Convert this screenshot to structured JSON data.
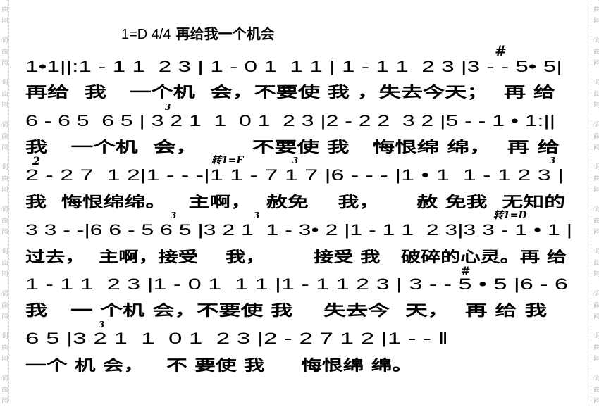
{
  "watermark": "词曲网",
  "title": {
    "key": "1=D 4/4",
    "name": "再给我一个机会"
  },
  "rows": [
    {
      "notes": "1•1||:1 - 1 1  2 3 | 1 - 0 1  1 1 | 1 - 1 1  2 3 |3 - - 5• 5|",
      "lyrics": "再给  我   一个机  会，不要使 我 ，失去今天；  再 给"
    },
    {
      "notes": "6 - 6 5  6 5 | 3 2 1  1  0 1  2 3 |2 - 2 2  3 2 |5 - - 1 • 1:||",
      "lyrics": "我   一个机  会，       不要使 我   悔恨绵 绵，  再 给"
    },
    {
      "notes": "2 - 2 7  1 2|1 - - -|1 1 - 7 1 7 |6 - - - |1 • 1  1 - 1 2 3 |",
      "lyrics": "我  悔恨绵绵。   主啊，  赦免    我，     赦 免我  无知的"
    },
    {
      "notes": "3 3 - -|6 6 - 5 6 5 |3 2 1  1 - 3• 2 |1 - 1 1  2 3|3 3 - 1 • 1 |",
      "lyrics": "过去，  主啊，接受    我，       接受 我   破碎的心灵。再 给"
    },
    {
      "notes": "1 - 1 1  2 3 |1 - 0 1  1 1 |1 - 1 1 2 3 | 3 - - 5 • 5 |6 - 6",
      "lyrics": "我   一 个机 会，不要使 我    失去今  天，  再 给 我"
    },
    {
      "notes": "6 5 |3 2 1  1  0 1  2 3 |2 - 2 7 1 2 |1 - - ‖",
      "lyrics": "一个 机 会，   不 要使 我     悔恨绵 绵。"
    }
  ],
  "annotations": {
    "sharp": "#",
    "modulation_f": "转1=F",
    "modulation_d": "转1=D",
    "triplet": "3",
    "handwritten_two": "2"
  }
}
